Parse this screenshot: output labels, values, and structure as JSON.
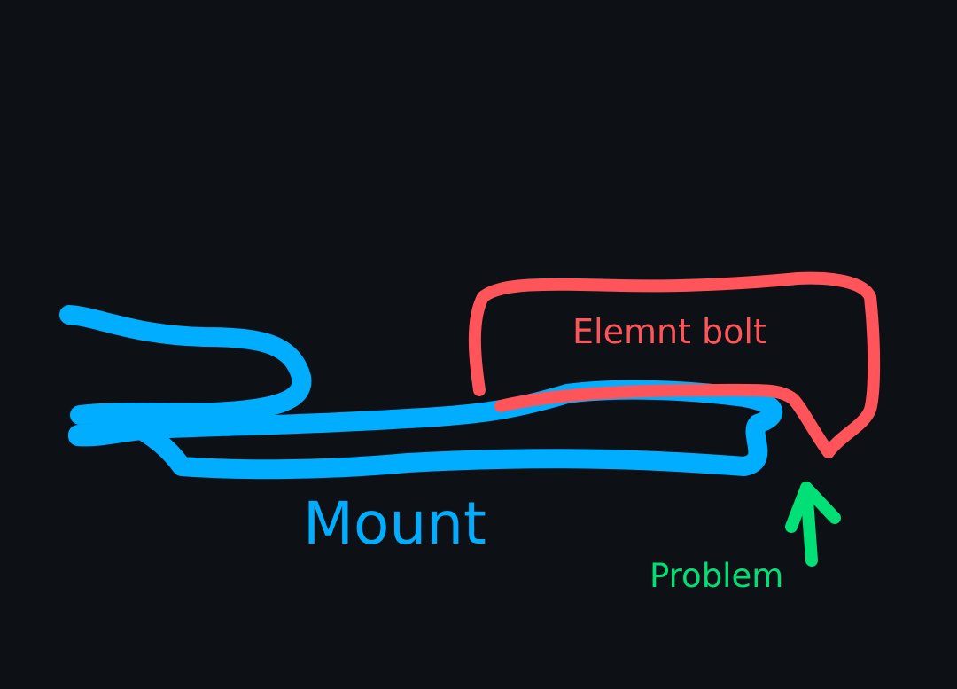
{
  "labels": {
    "element_bolt": "Elemnt bolt",
    "mount": "Mount",
    "problem": "Problem"
  },
  "colors": {
    "background": "#0d1014",
    "mount": "#00adff",
    "bolt": "#ff5459",
    "problem": "#00e077"
  }
}
